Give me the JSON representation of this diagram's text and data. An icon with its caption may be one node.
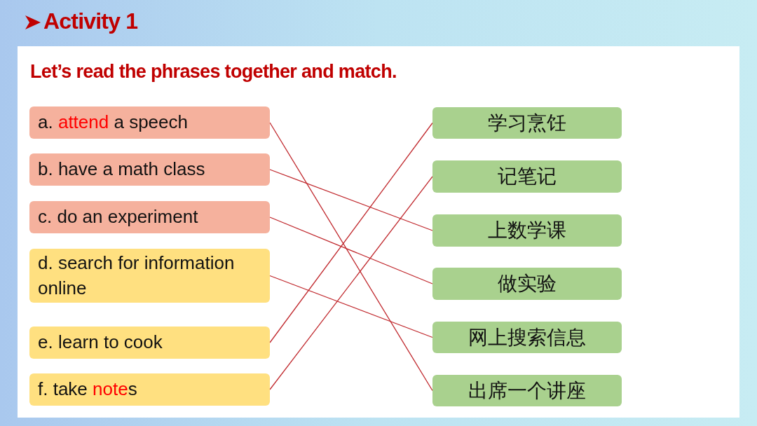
{
  "diagram": {
    "title": "Activity 1",
    "nodes": [
      {
        "text": [
          "a. **attend** a speech"
        ]
      },
      {
        "text": [
          "b. have a math class"
        ]
      },
      {
        "text": [
          "c. do an experiment"
        ]
      },
      {
        "text": [
          "d. search for information online"
        ]
      },
      {
        "text": [
          "e. learn to cook"
        ]
      },
      {
        "text": [
          "f. take **note**s"
        ]
      },
      {
        "text": [
          "学习烹饪"
        ]
      },
      {
        "text": [
          "记笔记"
        ]
      },
      {
        "text": [
          "上数学课"
        ]
      },
      {
        "text": [
          "做实验"
        ]
      },
      {
        "text": [
          "网上搜索信息"
        ]
      },
      {
        "text": [
          "出席一个讲座"
        ]
      }
    ],
    "edges": [
      {
        "from": 0,
        "to": 11,
        "arrow": "none"
      },
      {
        "from": 1,
        "to": 8,
        "arrow": "none"
      },
      {
        "from": 2,
        "to": 9,
        "arrow": "none"
      },
      {
        "from": 3,
        "to": 10,
        "arrow": "none"
      },
      {
        "from": 4,
        "to": 6,
        "arrow": "none"
      },
      {
        "from": 5,
        "to": 7,
        "arrow": "none"
      }
    ],
    "labels": [
      "Let’s read the phrases together and match."
    ]
  }
}
